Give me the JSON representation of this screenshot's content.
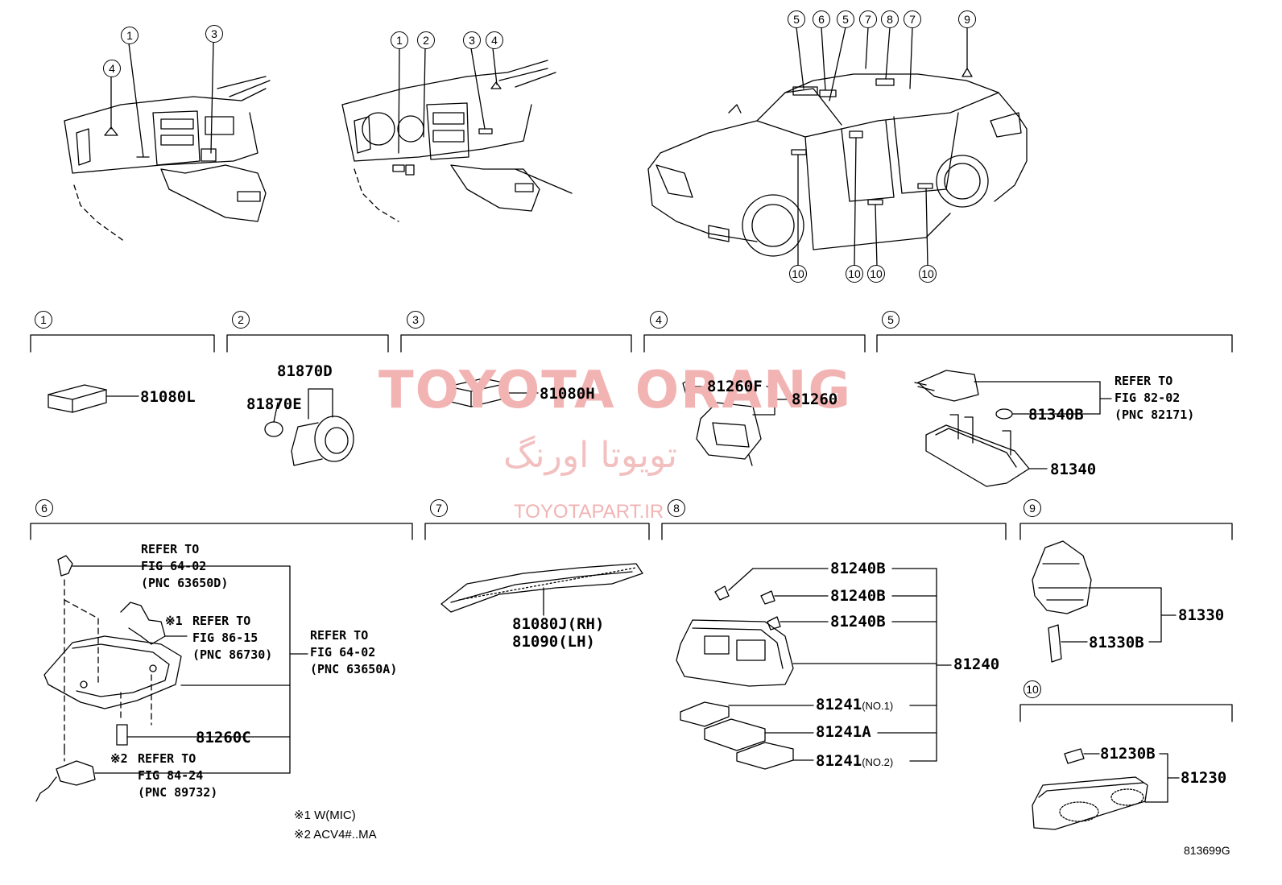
{
  "watermark": {
    "brand": "TOYOTA ORANG",
    "brand_fa": "تویوتا اورنگ",
    "site": "TOYOTAPART.IR"
  },
  "figure_number": "813699G",
  "callouts": [
    "1",
    "2",
    "3",
    "4",
    "5",
    "6",
    "7",
    "8",
    "9",
    "10"
  ],
  "sections": {
    "s1": {
      "part": "81080L"
    },
    "s2": {
      "part_a": "81870D",
      "part_b": "81870E"
    },
    "s3": {
      "part": "81080H"
    },
    "s4": {
      "part_a": "81260F",
      "part_b": "81260"
    },
    "s5": {
      "ref": "REFER TO\nFIG 82-02\n(PNC 82171)",
      "part_a": "81340B",
      "part_b": "81340"
    },
    "s6": {
      "ref_top": "REFER TO\nFIG 64-02\n(PNC 63650D)",
      "ref_mid_mark": "※1",
      "ref_mid": "REFER TO\nFIG 86-15\n(PNC 86730)",
      "ref_right": "REFER TO\nFIG 64-02\n(PNC 63650A)",
      "part": "81260C",
      "ref_bot_mark": "※2",
      "ref_bot": "REFER TO\nFIG 84-24\n(PNC 89732)",
      "note1": "※1 W(MIC)",
      "note2": "※2 ACV4#..MA"
    },
    "s7": {
      "part_rh": "81080J(RH)",
      "part_lh": "81090(LH)"
    },
    "s8": {
      "bulb1": "81240B",
      "bulb2": "81240B",
      "bulb3": "81240B",
      "assy": "81240",
      "lens1": "81241",
      "lens1_sfx": "(NO.1)",
      "lens_a": "81241A",
      "lens2": "81241",
      "lens2_sfx": "(NO.2)"
    },
    "s9": {
      "part_a": "81330",
      "part_b": "81330B"
    },
    "s10": {
      "part_a": "81230B",
      "part_b": "81230"
    }
  }
}
